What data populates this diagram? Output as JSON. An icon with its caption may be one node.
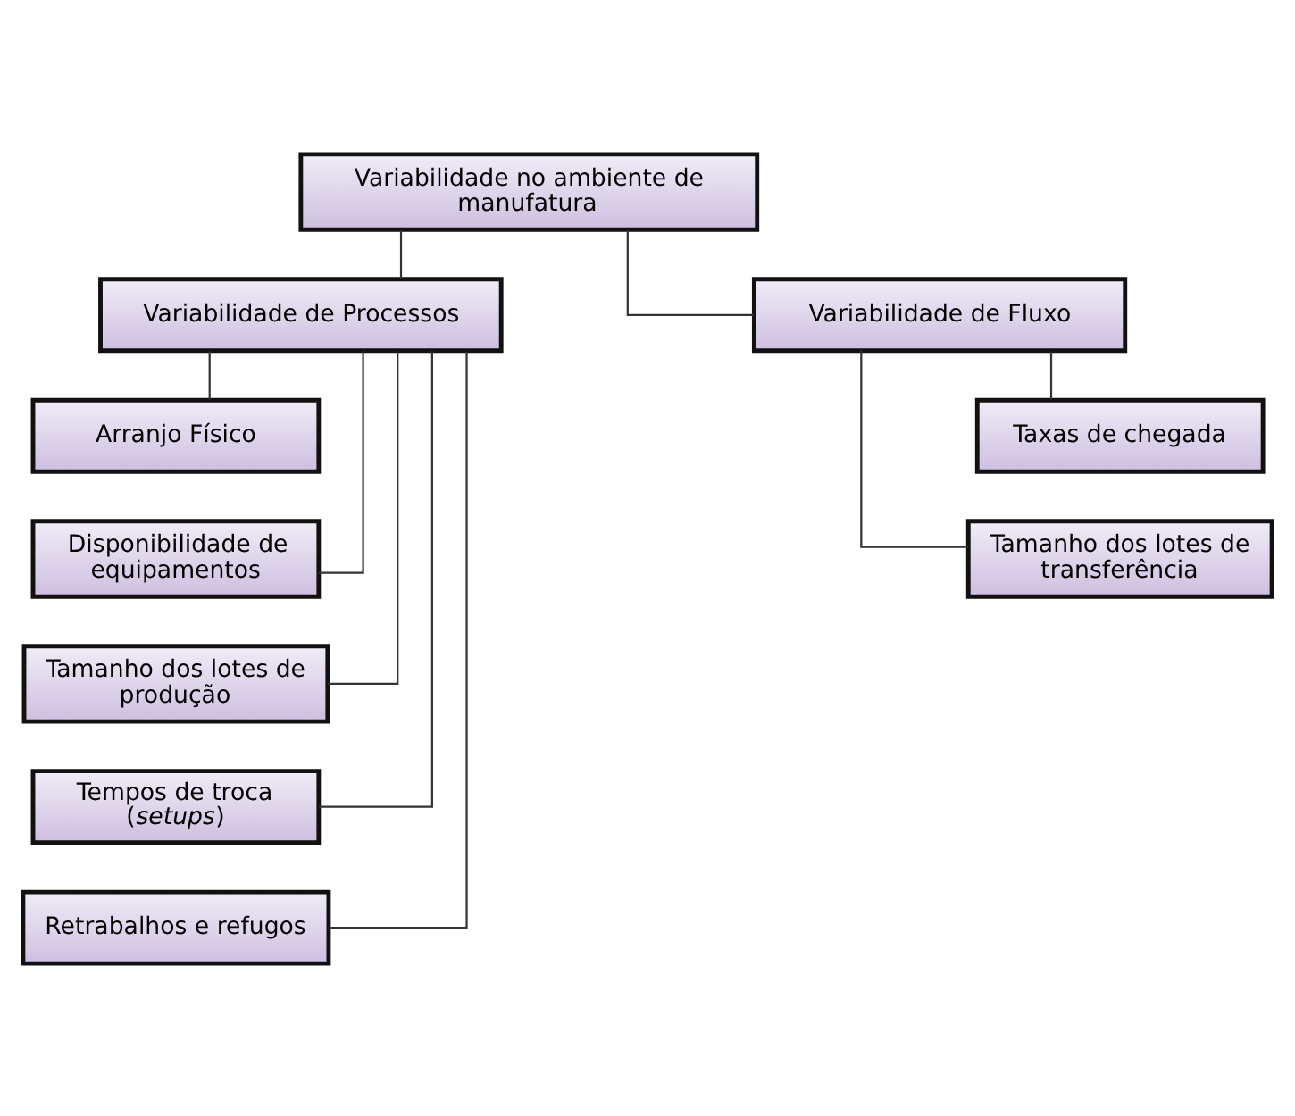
{
  "diagram": {
    "nodes": [
      {
        "text": [
          "Variabilidade no ambiente de manufatura"
        ]
      },
      {
        "text": [
          "Variabilidade de Processos"
        ]
      },
      {
        "text": [
          "Variabilidade de Fluxo"
        ]
      },
      {
        "text": [
          "Arranjo Físico"
        ]
      },
      {
        "text": [
          "Disponibilidade de equipamentos"
        ]
      },
      {
        "text": [
          "Tamanho dos lotes de produção"
        ]
      },
      {
        "text": [
          "Tempos de troca (*setups*)"
        ]
      },
      {
        "text": [
          "Retrabalhos e refugos"
        ]
      },
      {
        "text": [
          "Taxas de chegada"
        ]
      },
      {
        "text": [
          "Tamanho dos lotes de transferência"
        ]
      }
    ],
    "edges": [
      {
        "from": 0,
        "to": 1,
        "arrow": "none"
      },
      {
        "from": 0,
        "to": 2,
        "arrow": "none"
      },
      {
        "from": 1,
        "to": 3,
        "arrow": "none"
      },
      {
        "from": 1,
        "to": 4,
        "arrow": "none"
      },
      {
        "from": 1,
        "to": 5,
        "arrow": "none"
      },
      {
        "from": 1,
        "to": 6,
        "arrow": "none"
      },
      {
        "from": 1,
        "to": 7,
        "arrow": "none"
      },
      {
        "from": 2,
        "to": 8,
        "arrow": "none"
      },
      {
        "from": 2,
        "to": 9,
        "arrow": "none"
      }
    ]
  }
}
